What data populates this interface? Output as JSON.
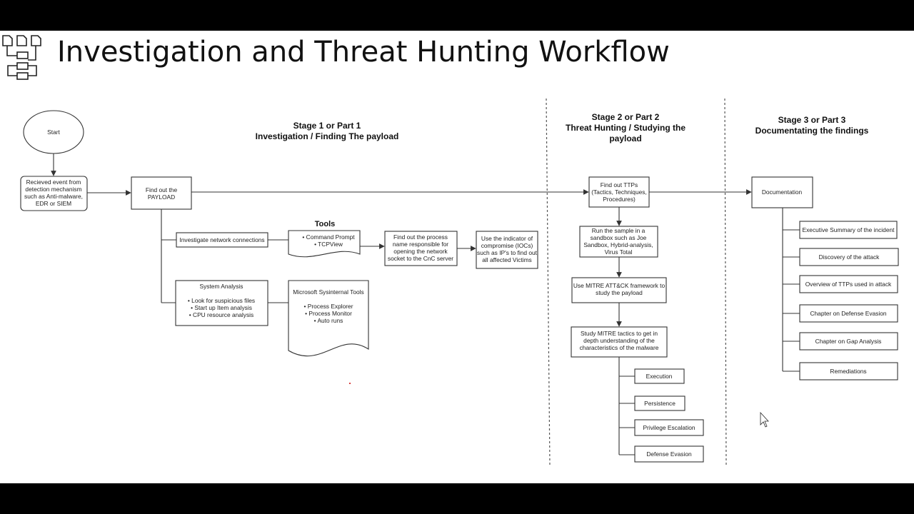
{
  "slide": {
    "title": "Investigation and Threat Hunting Workflow",
    "icon": "workflow-icon"
  },
  "stages": {
    "stage1": {
      "lines": [
        "Stage 1 or Part 1",
        "Investigation / Finding The payload"
      ]
    },
    "stage2": {
      "lines": [
        "Stage 2 or Part 2",
        "Threat Hunting / Studying the",
        "payload"
      ]
    },
    "stage3": {
      "lines": [
        "Stage 3 or Part 3",
        "Documentating the findings"
      ]
    }
  },
  "nodes": {
    "start": {
      "lines": [
        "Start"
      ]
    },
    "received": {
      "lines": [
        "Recieved event from",
        "detection mechanism",
        "such as Anti-malware,",
        "EDR or SIEM"
      ]
    },
    "payload": {
      "lines": [
        "Find out the",
        "PAYLOAD"
      ]
    },
    "network": {
      "lines": [
        "Investigate network connections"
      ]
    },
    "system": {
      "lines": [
        "System Analysis",
        "",
        "•  Look for suspicious files",
        "•  Start up Item analysis",
        "•  CPU resource analysis"
      ]
    },
    "tools_label": {
      "lines": [
        "Tools"
      ]
    },
    "tools_doc": {
      "lines": [
        "•  Command Prompt",
        "•  TCPView"
      ]
    },
    "sysinternals": {
      "lines": [
        "Microsoft Sysinternal Tools",
        "",
        "•  Process Explorer",
        "•  Process Monitor",
        "•  Auto runs"
      ]
    },
    "process": {
      "lines": [
        "Find out the process",
        "name responsible for",
        "opening the network",
        "socket to the CnC server"
      ]
    },
    "ioc": {
      "lines": [
        "Use the indicator of",
        "compromise (IOCs)",
        "such as IP's to find out",
        "all affected Victims"
      ]
    },
    "ttps": {
      "lines": [
        "Find out TTPs",
        "(Tactics, Techniques,",
        "Procedures)"
      ]
    },
    "sandbox": {
      "lines": [
        "Run the sample in a",
        "sandbox such as Joe",
        "Sandbox, Hybrid-analysis,",
        "Virus Total"
      ]
    },
    "mitre": {
      "lines": [
        "Use MITRE ATT&CK framework to",
        "study the payload"
      ]
    },
    "tactics": {
      "lines": [
        "Study MITRE tactics to get in",
        "depth  understanding of the",
        "characteristics of the malware"
      ]
    },
    "execution": {
      "lines": [
        "Execution"
      ]
    },
    "persistence": {
      "lines": [
        "Persistence"
      ]
    },
    "privesc": {
      "lines": [
        "Privilege Escalation"
      ]
    },
    "defense": {
      "lines": [
        "Defense Evasion"
      ]
    },
    "documentation": {
      "lines": [
        "Documentation"
      ]
    },
    "exec_summary": {
      "lines": [
        "Executive Summary of the incident"
      ]
    },
    "discovery": {
      "lines": [
        "Discovery of the attack"
      ]
    },
    "overview": {
      "lines": [
        "Overview of TTPs used in attack"
      ]
    },
    "ch_defense": {
      "lines": [
        "Chapter on Defense Evasion"
      ]
    },
    "ch_gap": {
      "lines": [
        "Chapter on Gap Analysis"
      ]
    },
    "remediations": {
      "lines": [
        "Remediations"
      ]
    }
  }
}
